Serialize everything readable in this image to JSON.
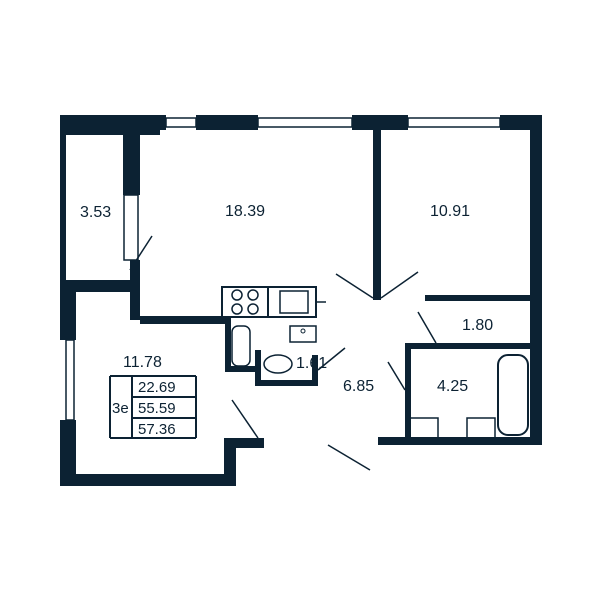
{
  "colors": {
    "wall": "#0c2233",
    "background": "#ffffff"
  },
  "rooms": {
    "balcony": "3.53",
    "living": "18.39",
    "bedroom": "10.91",
    "wc_small": "1.80",
    "kitchen": "11.78",
    "bath_small": "1.61",
    "hall": "6.85",
    "bathroom": "4.25"
  },
  "summary": {
    "type": "3е",
    "living_area": "22.69",
    "total_area": "55.59",
    "total_with_balcony": "57.36"
  }
}
